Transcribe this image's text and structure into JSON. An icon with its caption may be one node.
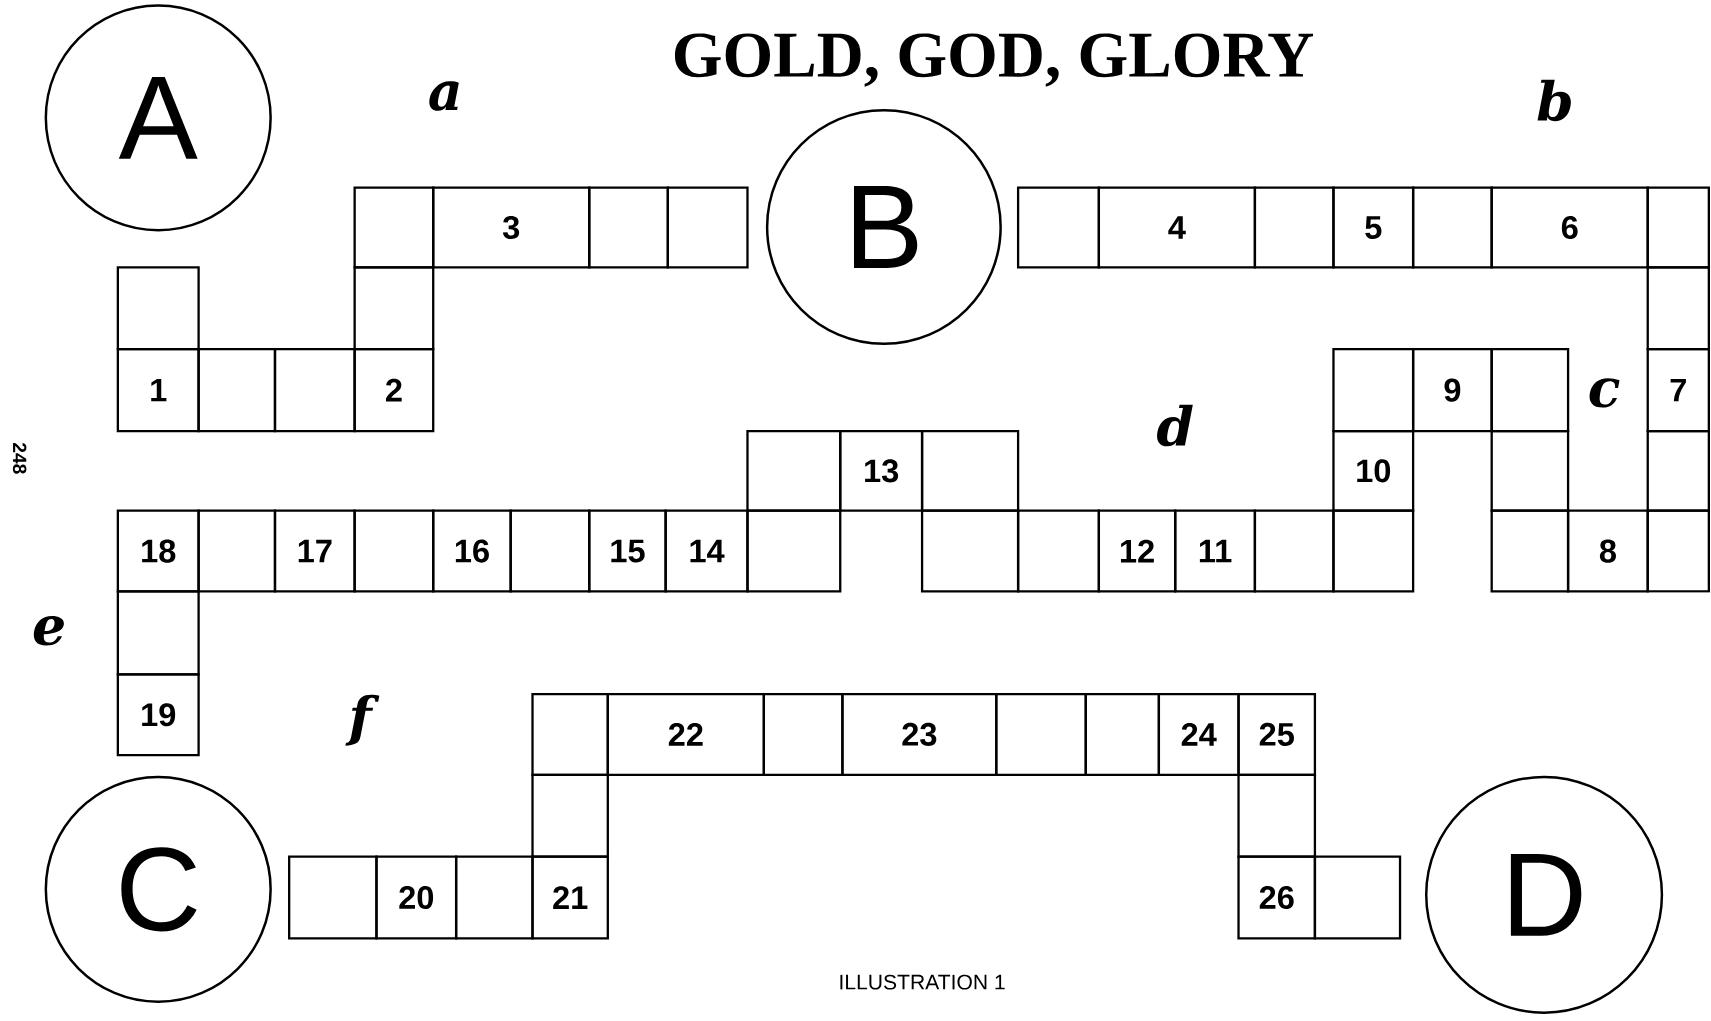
{
  "diagram": {
    "title": "GOLD, GOD, GLORY",
    "caption": "ILLUSTRATION 1",
    "nodes": [
      {
        "text": [
          "A"
        ]
      },
      {
        "text": [
          "B"
        ]
      },
      {
        "text": [
          "C"
        ]
      },
      {
        "text": [
          "D"
        ]
      },
      {
        "text": [],
        "shape": "box"
      },
      {
        "text": [
          "3"
        ]
      },
      {
        "text": [],
        "shape": "box"
      },
      {
        "text": [],
        "shape": "box"
      },
      {
        "text": [],
        "shape": "box"
      },
      {
        "text": [
          "4"
        ]
      },
      {
        "text": [],
        "shape": "box"
      },
      {
        "text": [
          "5"
        ]
      },
      {
        "text": [],
        "shape": "box"
      },
      {
        "text": [
          "6"
        ]
      },
      {
        "text": [],
        "shape": "box"
      },
      {
        "text": [],
        "shape": "box"
      },
      {
        "text": [],
        "shape": "box"
      },
      {
        "text": [],
        "shape": "box"
      },
      {
        "text": [
          "1"
        ]
      },
      {
        "text": [],
        "shape": "box"
      },
      {
        "text": [],
        "shape": "box"
      },
      {
        "text": [
          "2"
        ]
      },
      {
        "text": [],
        "shape": "box"
      },
      {
        "text": [
          "9"
        ]
      },
      {
        "text": [],
        "shape": "box"
      },
      {
        "text": [
          "7"
        ]
      },
      {
        "text": [],
        "shape": "box"
      },
      {
        "text": [
          "13"
        ]
      },
      {
        "text": [],
        "shape": "box"
      },
      {
        "text": [
          "10"
        ]
      },
      {
        "text": [],
        "shape": "box"
      },
      {
        "text": [],
        "shape": "box"
      },
      {
        "text": [
          "18"
        ]
      },
      {
        "text": [],
        "shape": "box"
      },
      {
        "text": [
          "17"
        ]
      },
      {
        "text": [],
        "shape": "box"
      },
      {
        "text": [
          "16"
        ]
      },
      {
        "text": [],
        "shape": "box"
      },
      {
        "text": [
          "15"
        ]
      },
      {
        "text": [
          "14"
        ]
      },
      {
        "text": [],
        "shape": "box"
      },
      {
        "text": [],
        "shape": "box"
      },
      {
        "text": [],
        "shape": "box"
      },
      {
        "text": [
          "12"
        ]
      },
      {
        "text": [
          "11"
        ]
      },
      {
        "text": [],
        "shape": "box"
      },
      {
        "text": [],
        "shape": "box"
      },
      {
        "text": [],
        "shape": "box"
      },
      {
        "text": [
          "8"
        ]
      },
      {
        "text": [],
        "shape": "box"
      },
      {
        "text": [],
        "shape": "box"
      },
      {
        "text": [
          "19"
        ]
      },
      {
        "text": [],
        "shape": "box"
      },
      {
        "text": [
          "22"
        ]
      },
      {
        "text": [],
        "shape": "box"
      },
      {
        "text": [
          "23"
        ]
      },
      {
        "text": [],
        "shape": "box"
      },
      {
        "text": [],
        "shape": "box"
      },
      {
        "text": [
          "24"
        ]
      },
      {
        "text": [
          "25"
        ]
      },
      {
        "text": [],
        "shape": "box"
      },
      {
        "text": [],
        "shape": "box"
      },
      {
        "text": [],
        "shape": "box"
      },
      {
        "text": [
          "20"
        ]
      },
      {
        "text": [],
        "shape": "box"
      },
      {
        "text": [
          "21"
        ]
      },
      {
        "text": [
          "26"
        ]
      },
      {
        "text": [],
        "shape": "box"
      }
    ],
    "labels": [
      "a",
      "b",
      "248",
      "c",
      "d",
      "e",
      "f"
    ]
  }
}
